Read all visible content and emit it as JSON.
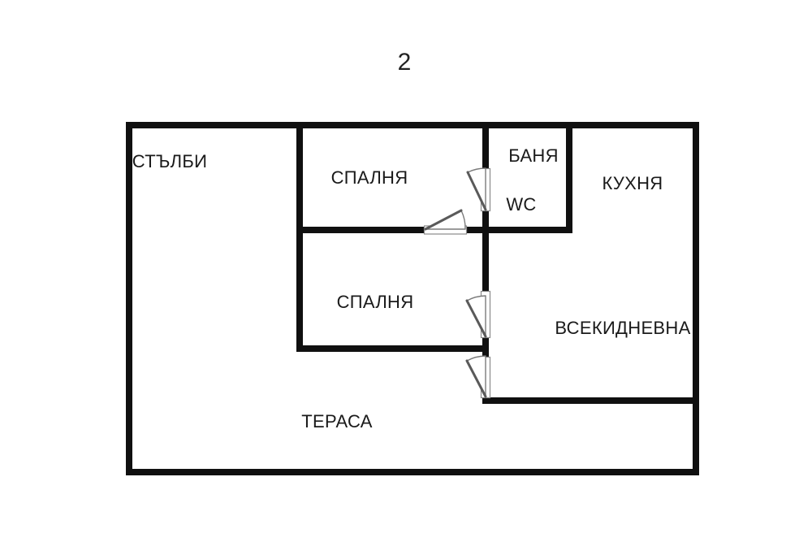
{
  "page": {
    "number": "2"
  },
  "colors": {
    "wall": "#101010",
    "text": "#1a1a1a",
    "background": "#ffffff",
    "door_line": "#5a5a5a"
  },
  "floor_plan": {
    "rooms": [
      {
        "id": "stairs",
        "label": "СТЪЛБИ"
      },
      {
        "id": "bedroom-1",
        "label": "СПАЛНЯ"
      },
      {
        "id": "bathroom",
        "label": "БАНЯ"
      },
      {
        "id": "wc",
        "label": "WC"
      },
      {
        "id": "kitchen",
        "label": "КУХНЯ"
      },
      {
        "id": "bedroom-2",
        "label": "СПАЛНЯ"
      },
      {
        "id": "living-room",
        "label": "ВСЕКИДНЕВНА"
      },
      {
        "id": "terrace",
        "label": "ТЕРАСА"
      }
    ]
  }
}
